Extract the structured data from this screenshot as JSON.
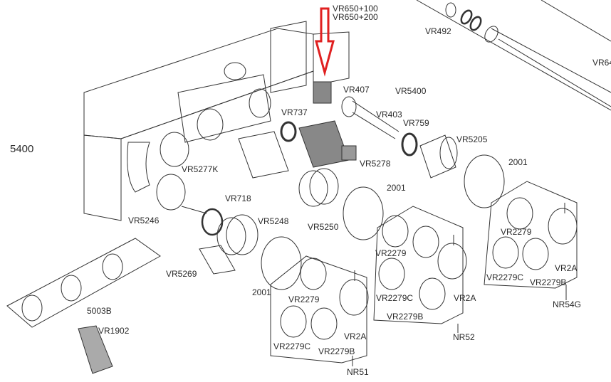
{
  "diagram": {
    "labels": [
      "VR650+100",
      "VR650+200",
      "VR492",
      "VR64",
      "VR407",
      "VR5400",
      "VR737",
      "VR403",
      "VR759",
      "VR5205",
      "5400",
      "2001",
      "VR5277K",
      "VR5278",
      "2001",
      "VR718",
      "VR5246",
      "VR5248",
      "VR5250",
      "VR2279",
      "VR2279",
      "VR5269",
      "2001",
      "VR2279C",
      "VR2A",
      "VR2279B",
      "NR54G",
      "VR2279C",
      "VR2A",
      "VR2279B",
      "NR52",
      "5003B",
      "VR1902",
      "VR2279",
      "VR2279C",
      "VR2A",
      "VR2279B",
      "NR51"
    ],
    "colors": {
      "line": "#333333",
      "highlight_arrow": "#e02020",
      "part_gray": "#9a9a9a"
    },
    "highlighted_part": "VR407"
  }
}
